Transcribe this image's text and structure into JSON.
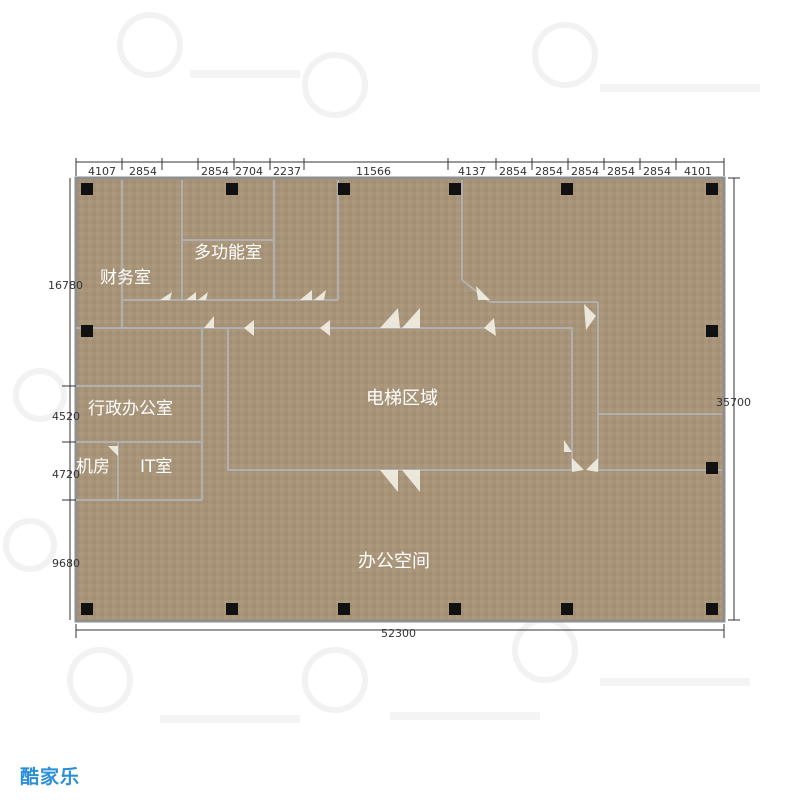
{
  "colors": {
    "floor": "#a89478",
    "wall": "#8f8f8f",
    "column": "#111111",
    "label": "#ffffff",
    "brand": "#2b8fd6"
  },
  "rooms": {
    "finance": "财务室",
    "multifunction": "多功能室",
    "elevator": "电梯区域",
    "admin": "行政办公室",
    "machine": "机房",
    "it": "IT室",
    "office": "办公空间"
  },
  "dimensions": {
    "top": [
      "4107",
      "2854",
      "2854",
      "2704",
      "2237",
      "11566",
      "4137",
      "2854",
      "2854",
      "2854",
      "2854",
      "2854",
      "4101"
    ],
    "left": [
      "16780",
      "4520",
      "4720",
      "9680"
    ],
    "right": "35700",
    "bottom": "52300"
  },
  "brand": {
    "logo_text": "酷家乐",
    "logo_icon": "kujiale-logo-icon"
  },
  "icons": {
    "watermark": "watermark-logo-icon",
    "column": "column-square-icon",
    "door": "door-swing-icon"
  }
}
